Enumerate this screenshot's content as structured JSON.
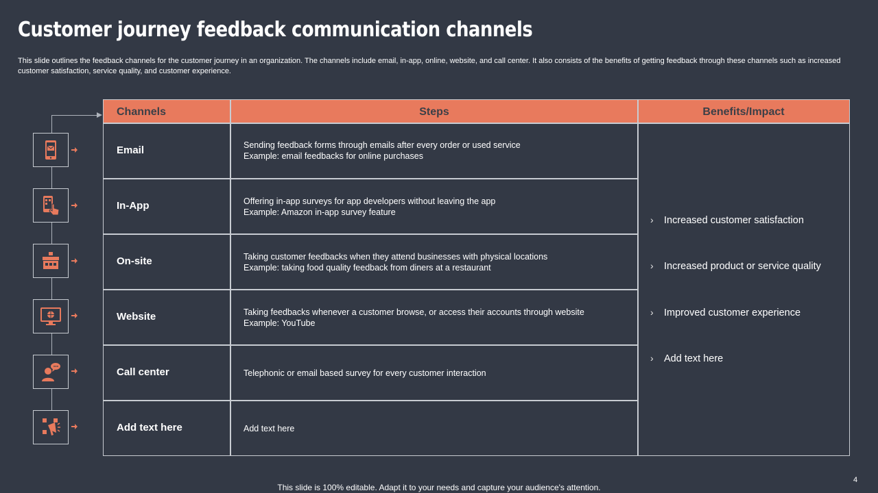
{
  "slide": {
    "title": "Customer journey feedback communication channels",
    "subtitle": "This slide outlines the feedback channels for the customer journey in an organization. The channels include email, in-app, online, website, and call center. It also consists of the benefits of getting feedback through these channels such as increased customer satisfaction, service quality, and customer experience.",
    "footer": "This slide is 100% editable. Adapt it to your needs and capture your audience's attention.",
    "page_number": "4"
  },
  "colors": {
    "background": "#333945",
    "accent": "#e87a5d",
    "border": "#c8ccd2"
  },
  "table": {
    "headers": {
      "channels": "Channels",
      "steps": "Steps",
      "benefits": "Benefits/Impact"
    },
    "rows": [
      {
        "channel": "Email",
        "step_line1": "Sending feedback forms through emails after every order or used service",
        "step_line2": "Example: email feedbacks for online purchases",
        "icon": "mobile-email-icon"
      },
      {
        "channel": "In-App",
        "step_line1": "Offering in-app surveys for app developers without leaving the app",
        "step_line2": "Example: Amazon in-app survey feature",
        "icon": "mobile-tap-icon"
      },
      {
        "channel": "On-site",
        "step_line1": "Taking customer feedbacks when they attend businesses with physical locations",
        "step_line2": "Example: taking food quality feedback from diners at a restaurant",
        "icon": "store-icon"
      },
      {
        "channel": "Website",
        "step_line1": "Taking feedbacks whenever  a customer browse, or access their accounts through website",
        "step_line2": "Example: YouTube",
        "icon": "monitor-globe-icon"
      },
      {
        "channel": "Call center",
        "step_line1": "Telephonic or email based survey for every customer interaction",
        "step_line2": "",
        "icon": "support-agent-icon"
      },
      {
        "channel": "Add  text here",
        "step_line1": "Add text here",
        "step_line2": "",
        "icon": "megaphone-icon"
      }
    ],
    "benefits": [
      "Increased customer satisfaction",
      "Increased product or service quality",
      "Improved customer experience",
      "Add text here"
    ]
  }
}
